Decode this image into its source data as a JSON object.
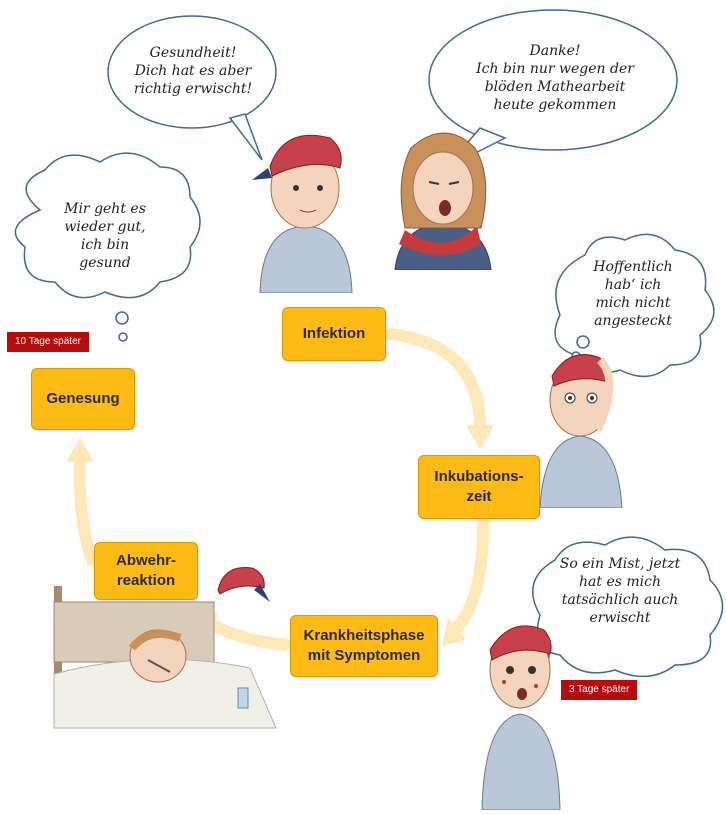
{
  "colors": {
    "stage_fill": "#fdbb13",
    "arrow": "#fde9b8",
    "tag_fill": "#b80c0c",
    "bubble_stroke": "#3b6b9a"
  },
  "stages": {
    "infektion": "Infektion",
    "inkubation": "Inkubations-\nzeit",
    "krankheit": "Krankheitsphase\nmit Symptomen",
    "abwehr": "Abwehr-\nreaktion",
    "genesung": "Genesung"
  },
  "speech": {
    "sneeze_reply": "Gesundheit!\nDich hat es aber\nrichtig erwischt!",
    "girl": "Danke!\nIch bin nur wegen der\nblöden Mathearbeit\nheute gekommen",
    "hoping": "Hoffentlich\nhab‘ ich\nmich nicht\nangesteckt",
    "sick": "So ein Mist, jetzt\nhat es mich\ntatsächlich auch\nerwischt",
    "healthy": "Mir geht es\nwieder gut,\nich bin\ngesund"
  },
  "tags": {
    "ten_days": "10 Tage später",
    "three_days": "3 Tage später"
  },
  "icons": [
    "boy-figure",
    "girl-figure",
    "bed-illustration",
    "cap-icon",
    "glass-icon"
  ]
}
